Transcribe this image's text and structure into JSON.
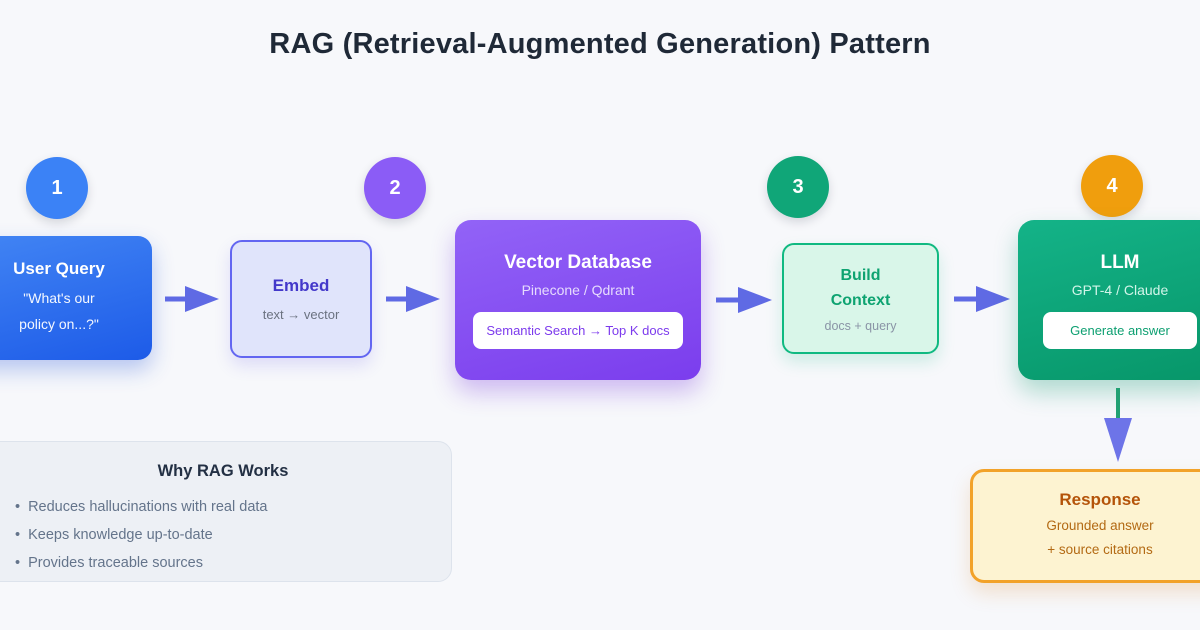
{
  "title": "RAG (Retrieval-Augmented Generation) Pattern",
  "steps": [
    {
      "number": "1",
      "color": "#3b82f6"
    },
    {
      "number": "2",
      "color": "#8b5cf6"
    },
    {
      "number": "3",
      "color": "#10a678"
    },
    {
      "number": "4",
      "color": "#f09e0d"
    }
  ],
  "nodes": {
    "user_query": {
      "title": "User Query",
      "quote_line1": "\"What's our",
      "quote_line2": "policy on...?\""
    },
    "embed": {
      "title": "Embed",
      "subtitle": "text → vector"
    },
    "vector_db": {
      "title": "Vector Database",
      "subtitle": "Pinecone / Qdrant",
      "badge": "Semantic Search → Top K docs"
    },
    "build_context": {
      "title_line1": "Build",
      "title_line2": "Context",
      "subtitle": "docs + query"
    },
    "llm": {
      "title": "LLM",
      "subtitle": "GPT-4 / Claude",
      "badge": "Generate answer"
    },
    "response": {
      "title": "Response",
      "line1": "Grounded answer",
      "line2": "+ source citations"
    }
  },
  "why_panel": {
    "title": "Why RAG Works",
    "bullets": [
      "Reduces hallucinations with real data",
      "Keeps knowledge up-to-date",
      "Provides traceable sources"
    ]
  },
  "colors": {
    "background": "#f7f8fb",
    "title_text": "#1f2937",
    "arrow": "#5f6ae4",
    "arrow_down_stem": "#21a173",
    "arrow_down_head": "#6d74e8",
    "user_query_gradient": [
      "#4285f4",
      "#1d5be8"
    ],
    "embed_fill": "#e0e4fb",
    "embed_border": "#6366f1",
    "vector_db_gradient": [
      "#9263f7",
      "#7b3ded"
    ],
    "build_context_fill": "#d9f6e9",
    "build_context_border": "#10b981",
    "llm_gradient": [
      "#14b388",
      "#079669"
    ],
    "response_fill": "#fdf3d1",
    "response_border": "#f2a229",
    "why_panel_fill": "#edf0f5"
  }
}
